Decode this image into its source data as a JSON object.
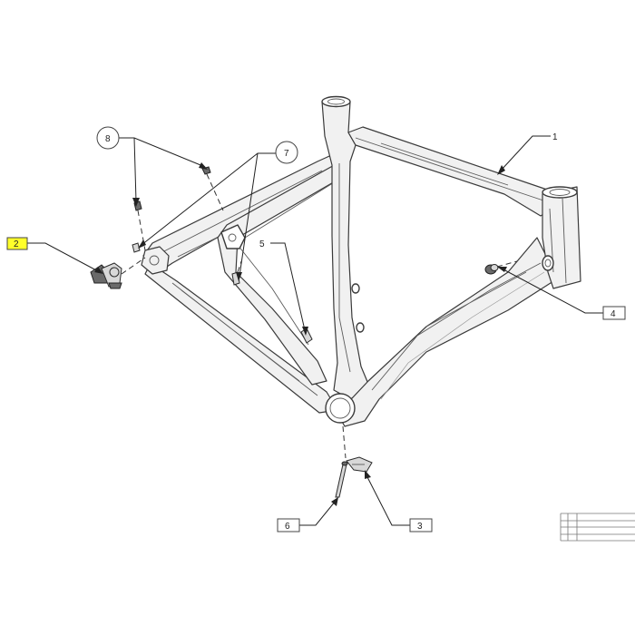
{
  "callouts": {
    "c1": "1",
    "c2": "2",
    "c3": "3",
    "c4": "4",
    "c5": "5",
    "c6": "6",
    "c7": "7",
    "c8": "8"
  },
  "colors": {
    "highlight": "#ffff2a",
    "line": "#3a3a3a"
  }
}
